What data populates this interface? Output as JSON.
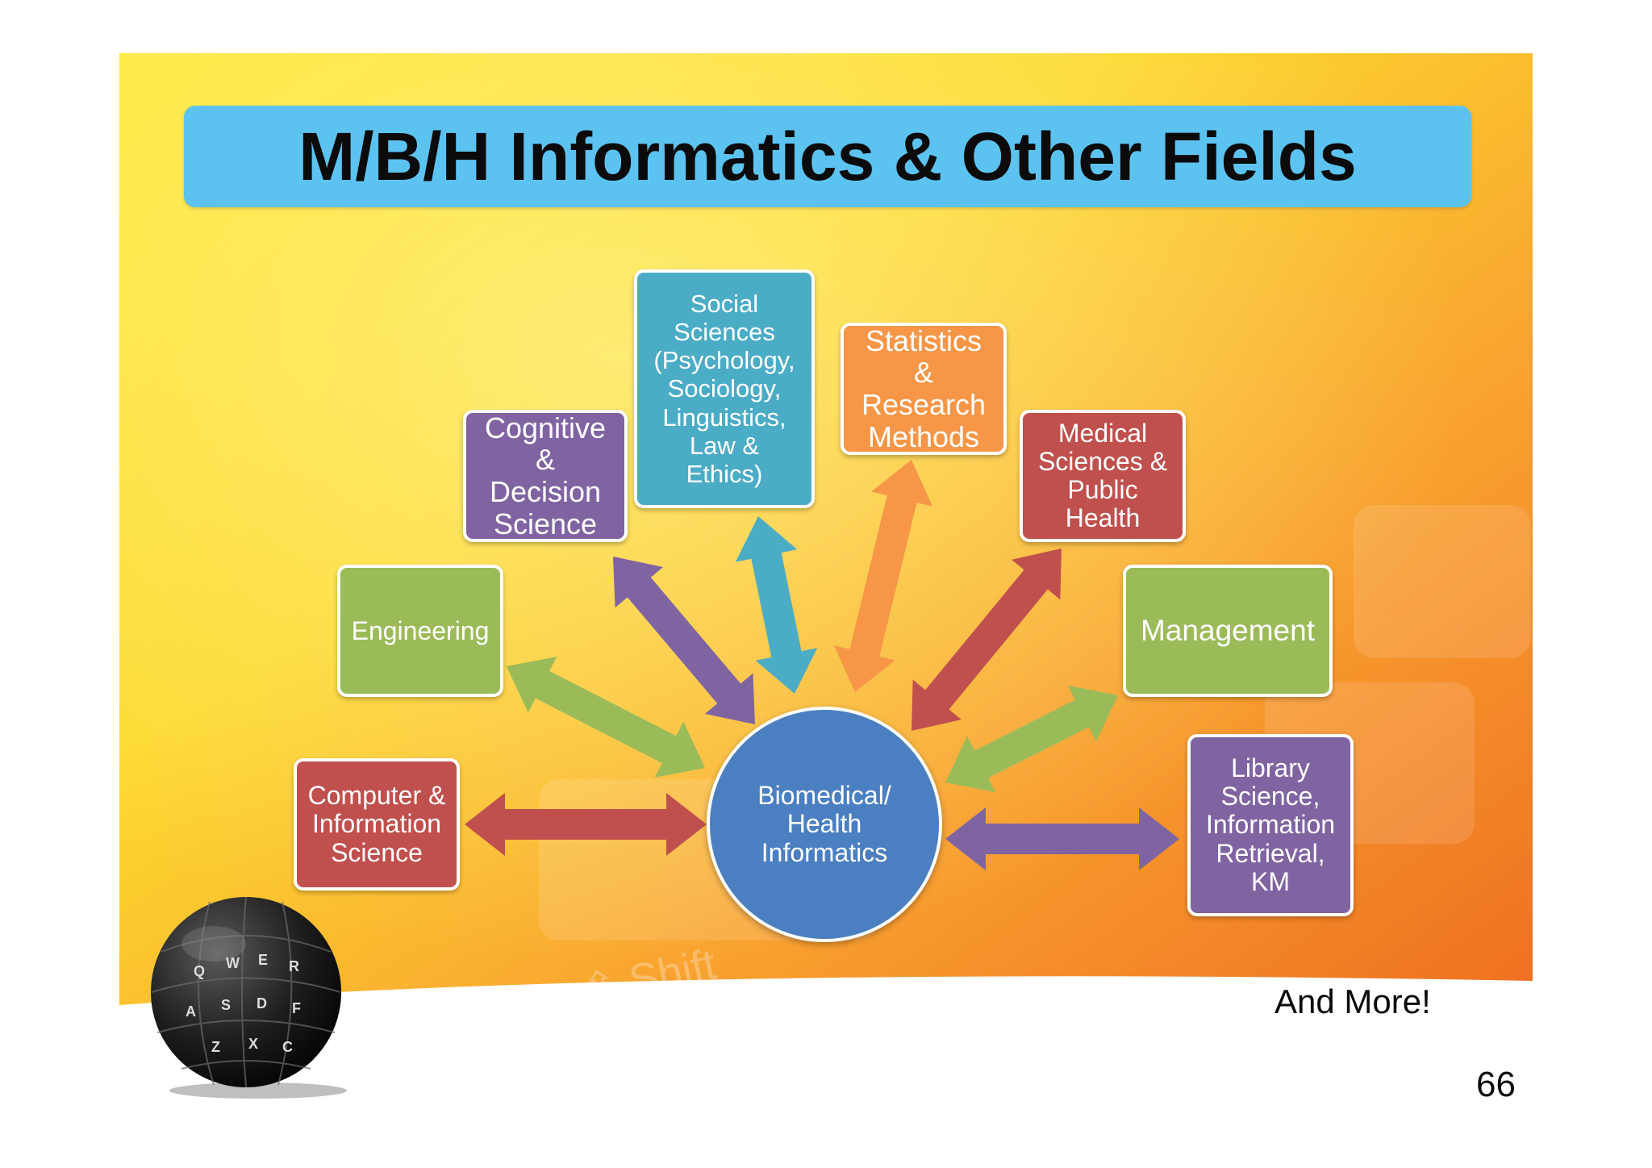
{
  "slide": {
    "title": "M/B/H Informatics & Other Fields",
    "page_number": "66",
    "footer_note": "And More!",
    "decor_text": "Shift"
  },
  "hub": {
    "label": "Biomedical/\nHealth\nInformatics",
    "color": "#4a7fc1"
  },
  "fields": [
    {
      "id": "social",
      "label": "Social\nSciences\n(Psychology,\nSociology,\nLinguistics,\nLaw &\nEthics)",
      "color": "#4bacc6"
    },
    {
      "id": "cognitive",
      "label": "Cognitive\n&\nDecision\nScience",
      "color": "#8064a2"
    },
    {
      "id": "statistics",
      "label": "Statistics\n&\nResearch\nMethods",
      "color": "#f79646"
    },
    {
      "id": "medical",
      "label": "Medical\nSciences &\nPublic\nHealth",
      "color": "#c0504d"
    },
    {
      "id": "engineering",
      "label": "Engineering",
      "color": "#9bbb59"
    },
    {
      "id": "management",
      "label": "Management",
      "color": "#9bbb59"
    },
    {
      "id": "computer",
      "label": "Computer &\nInformation\nScience",
      "color": "#c0504d"
    },
    {
      "id": "library",
      "label": "Library\nScience,\nInformation\nRetrieval,\nKM",
      "color": "#8064a2"
    }
  ],
  "keyball_icon": "keyboard-globe-icon"
}
